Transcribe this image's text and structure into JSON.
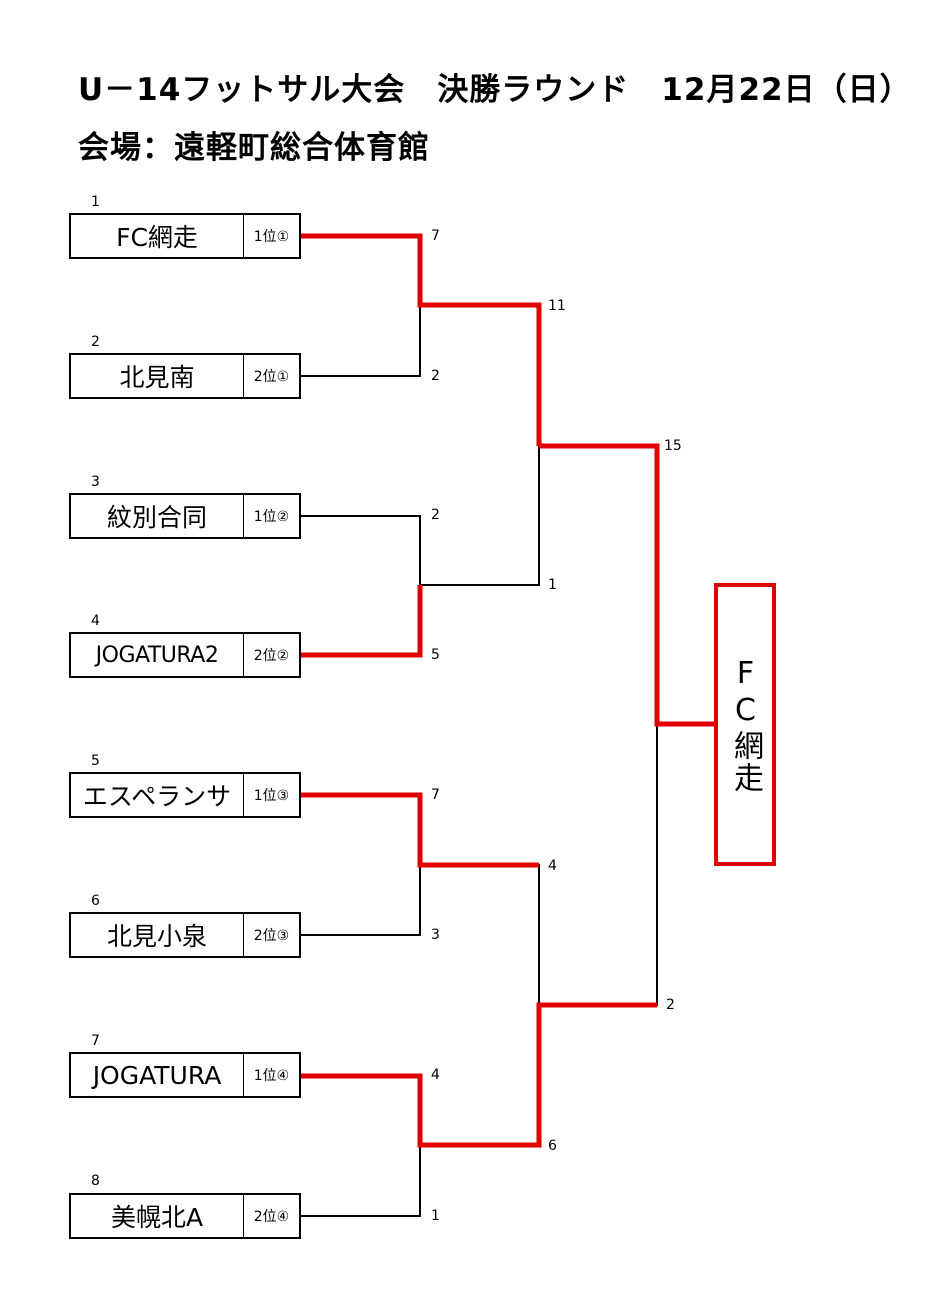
{
  "header": {
    "title": "U－14フットサル大会　決勝ラウンド　12月22日（日）",
    "venue": "会場：遠軽町総合体育館"
  },
  "teams": [
    {
      "seed": "1",
      "name": "FC網走",
      "rank": "1位①"
    },
    {
      "seed": "2",
      "name": "北見南",
      "rank": "2位①"
    },
    {
      "seed": "3",
      "name": "紋別合同",
      "rank": "1位②"
    },
    {
      "seed": "4",
      "name": "JOGATURA2",
      "rank": "2位②"
    },
    {
      "seed": "5",
      "name": "エスペランサ",
      "rank": "1位③"
    },
    {
      "seed": "6",
      "name": "北見小泉",
      "rank": "2位③"
    },
    {
      "seed": "7",
      "name": "JOGATURA",
      "rank": "1位④"
    },
    {
      "seed": "8",
      "name": "美幌北A",
      "rank": "2位④"
    }
  ],
  "round1_scores": [
    "7",
    "2",
    "2",
    "5",
    "7",
    "3",
    "4",
    "1"
  ],
  "round2_scores": [
    "11",
    "1",
    "4",
    "6"
  ],
  "final_scores": [
    "15",
    "2"
  ],
  "winner": "FC網走",
  "colors": {
    "winner_line": "#e00000",
    "line": "#000000"
  }
}
